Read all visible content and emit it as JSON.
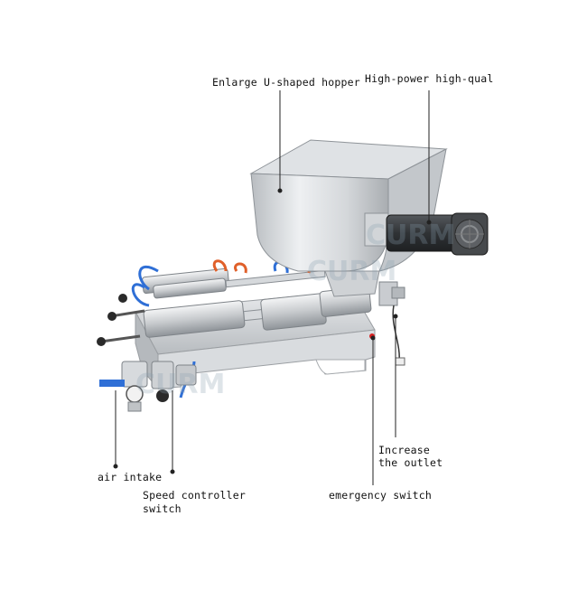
{
  "callouts": {
    "hopper": "Enlarge U-shaped hopper",
    "motor": "High-power high-qual",
    "outlet_line1": "Increase",
    "outlet_line2": "the outlet",
    "air_intake": "air intake",
    "speed_line1": "Speed controller",
    "speed_line2": "switch",
    "emergency": "emergency switch"
  },
  "watermark": "CURM",
  "colors": {
    "steel_light": "#e8eaec",
    "steel_mid": "#c9ccd0",
    "steel_dark": "#8e9398",
    "motor_body": "#3a3d40",
    "hose_blue": "#2f6fd6",
    "hose_orange": "#e0602a",
    "leader_line": "#222222"
  }
}
